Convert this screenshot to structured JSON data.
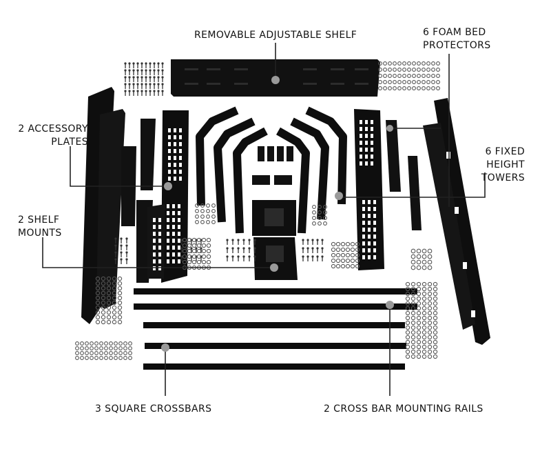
{
  "labels": {
    "shelf": "REMOVABLE ADJUSTABLE SHELF",
    "foam": "6 FOAM BED\nPROTECTORS",
    "accessory": "2 ACCESSORY\nPLATES",
    "towers": "6 FIXED HEIGHT\nTOWERS",
    "shelf_mounts": "2 SHELF\nMOUNTS",
    "crossbars": "3 SQUARE CROSSBARS",
    "rails": "2 CROSS BAR MOUNTING RAILS"
  },
  "colors": {
    "part": "#0d0d0d",
    "leader": "#222222",
    "dot": "#9a9a9a",
    "hardware": "#555555"
  }
}
